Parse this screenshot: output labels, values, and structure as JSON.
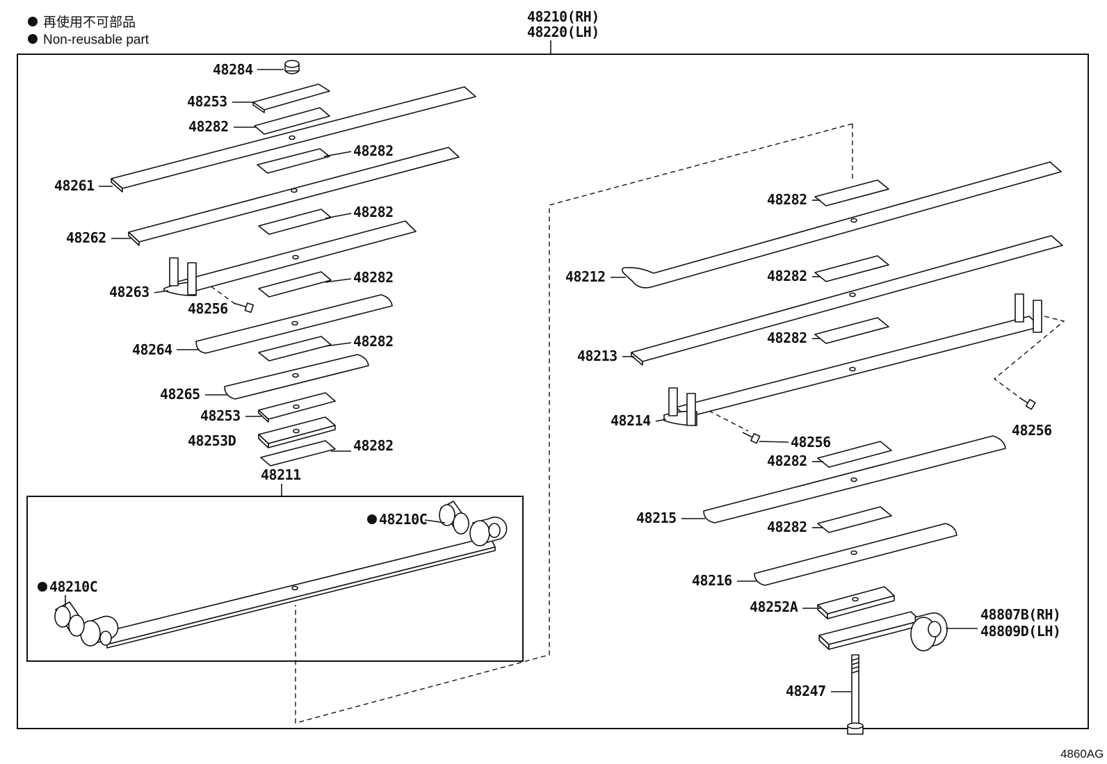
{
  "legend": {
    "line_jp": "再使用不可部品",
    "line_en": "Non-reusable part"
  },
  "assembly": {
    "rh": "48210(RH)",
    "lh": "48220(LH)"
  },
  "labels": {
    "p48284": "48284",
    "p48253_top": "48253",
    "p48282_a": "48282",
    "p48282_b": "48282",
    "p48261": "48261",
    "p48282_c": "48282",
    "p48262": "48262",
    "p48282_d": "48282",
    "p48263": "48263",
    "p48256_left": "48256",
    "p48264": "48264",
    "p48282_e": "48282",
    "p48265": "48265",
    "p48253_low": "48253",
    "p48253d": "48253D",
    "p48282_f": "48282",
    "p48211": "48211",
    "p48210c_right": "48210C",
    "p48210c_left": "48210C",
    "p48282_r1": "48282",
    "p48212": "48212",
    "p48282_r2": "48282",
    "p48213": "48213",
    "p48282_r3": "48282",
    "p48214": "48214",
    "p48256_mid": "48256",
    "p48256_right": "48256",
    "p48282_r4": "48282",
    "p48215": "48215",
    "p48282_r5": "48282",
    "p48216": "48216",
    "p48252a": "48252A",
    "p48807b": "48807B(RH)",
    "p48809d": "48809D(LH)",
    "p48247": "48247"
  },
  "figure_code": "4860AG"
}
